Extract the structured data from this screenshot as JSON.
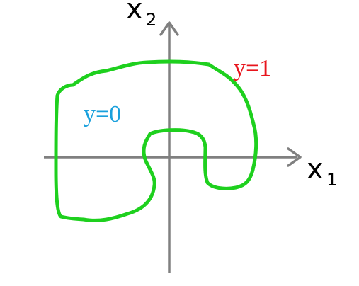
{
  "diagram": {
    "x_axis_label": {
      "base": "x",
      "subscript": "1"
    },
    "y_axis_label": {
      "base": "x",
      "subscript": "2"
    },
    "region_labels": [
      {
        "text": "y=0",
        "color": "#1aa0dc"
      },
      {
        "text": "y=1",
        "color": "#e8141c"
      }
    ],
    "colors": {
      "axis": "#808080",
      "boundary": "#1ed01e"
    }
  }
}
